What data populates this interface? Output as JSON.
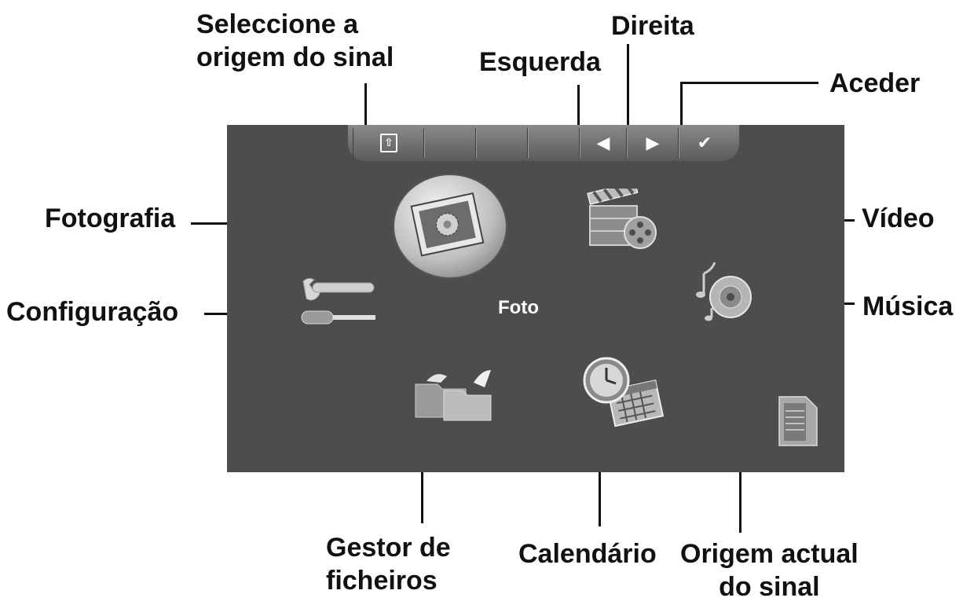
{
  "screen": {
    "selected_label": "Foto",
    "toolbar": {
      "source": {
        "icon": "source-select-icon",
        "glyph": "⇧"
      },
      "left": {
        "icon": "arrow-left-icon",
        "glyph": "◀"
      },
      "right": {
        "icon": "arrow-right-icon",
        "glyph": "▶"
      },
      "enter": {
        "icon": "checkmark-icon",
        "glyph": "✔"
      }
    },
    "menu_items": [
      {
        "name": "photo-icon"
      },
      {
        "name": "video-icon"
      },
      {
        "name": "settings-icon"
      },
      {
        "name": "music-icon"
      },
      {
        "name": "file-manager-icon"
      },
      {
        "name": "calendar-icon"
      },
      {
        "name": "sd-card-icon"
      }
    ]
  },
  "callouts": {
    "select_source": [
      "Seleccione a",
      "origem do sinal"
    ],
    "left": "Esquerda",
    "right": "Direita",
    "enter": "Aceder",
    "photo": "Fotografia",
    "video": "Vídeo",
    "settings": "Configuração",
    "music": "Música",
    "file_manager": [
      "Gestor de",
      "ficheiros"
    ],
    "calendar": "Calendário",
    "current_source": [
      "Origem actual",
      "do sinal"
    ]
  }
}
